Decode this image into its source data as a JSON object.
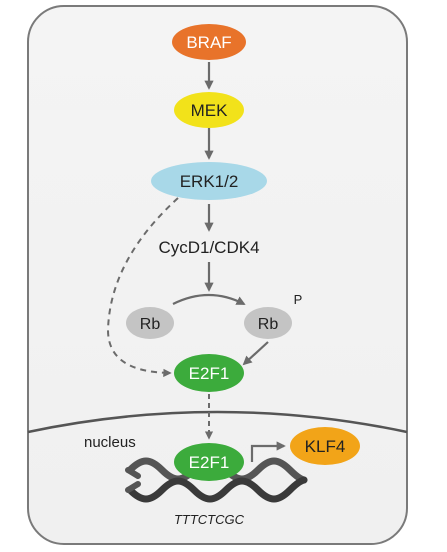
{
  "nodes": {
    "braf": "BRAF",
    "mek": "MEK",
    "erk": "ERK1/2",
    "cycd": "CycD1/CDK4",
    "rb_left": "Rb",
    "rb_right": "Rb",
    "phospho": "P",
    "e2f1_top": "E2F1",
    "e2f1_bottom": "E2F1",
    "klf4": "KLF4"
  },
  "labels": {
    "nucleus": "nucleus",
    "sequence": "TTTCTCGC"
  },
  "colors": {
    "braf": "#e8732a",
    "mek": "#f2e21a",
    "erk": "#a8d8e8",
    "rb": "#c4c4c4",
    "e2f1": "#3cab3c",
    "klf4": "#f2a418",
    "arrow": "#6b6b6b",
    "cell": "#f2f2f2",
    "dna": "#555555"
  }
}
